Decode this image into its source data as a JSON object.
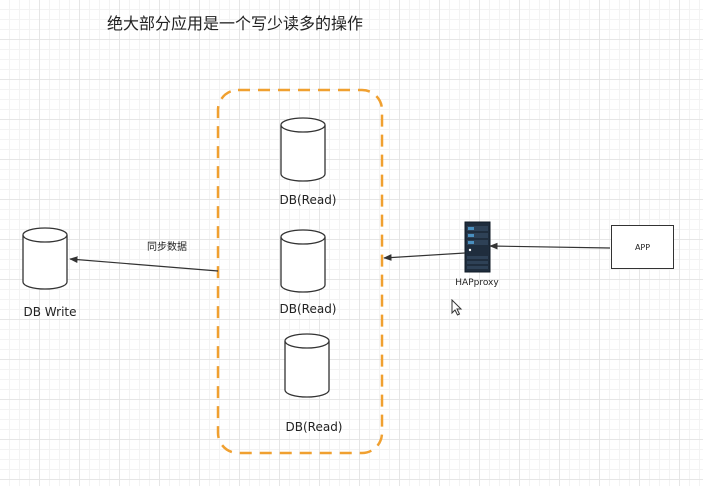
{
  "title": "绝大部分应用是一个写少读多的操作",
  "nodes": {
    "db_read_1": "DB(Read)",
    "db_read_2": "DB(Read)",
    "db_read_3": "DB(Read)",
    "db_write": "DB Write",
    "haproxy": "HAPproxy",
    "app": "APP"
  },
  "edges": {
    "sync_label": "同步数据"
  },
  "colors": {
    "group_border": "#f0a030",
    "stroke": "#333333",
    "server_body": "#1f2d3d",
    "server_slot": "#4a90c0"
  }
}
